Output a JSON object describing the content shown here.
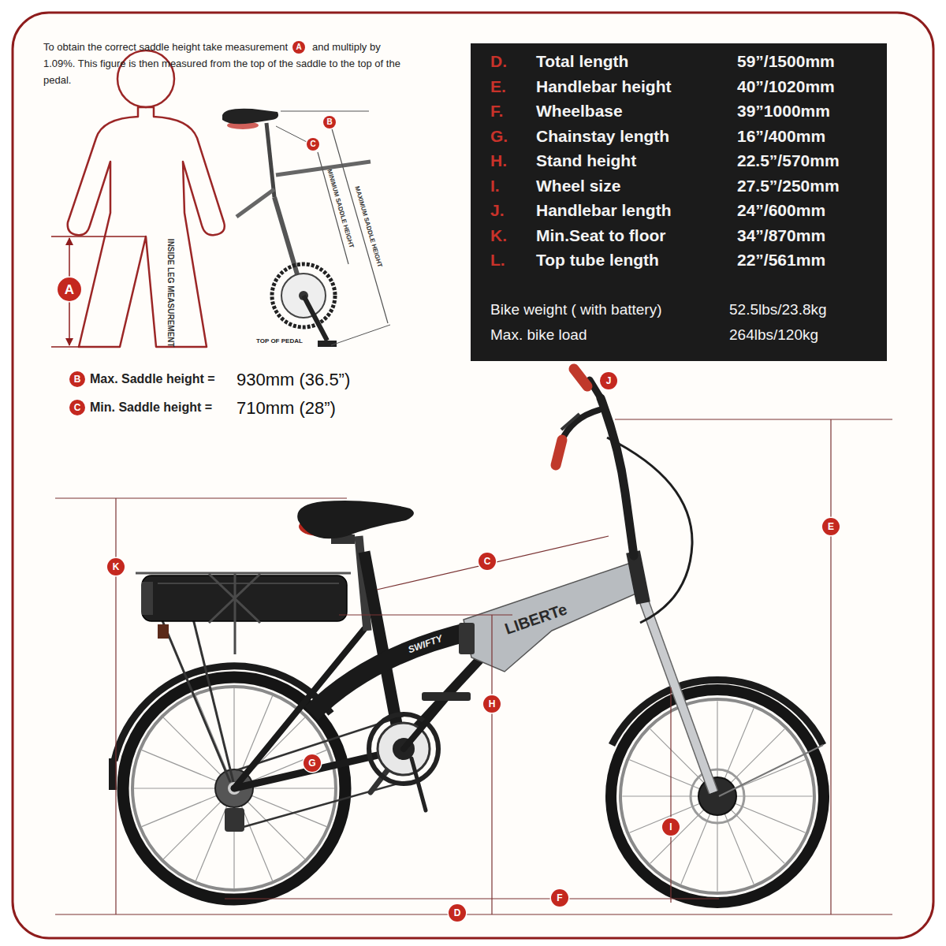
{
  "diagram": {
    "nodes": [
      {
        "text": [
          "A"
        ]
      },
      {
        "text": [
          "D.",
          "Total length",
          "59”/1500mm",
          "E.",
          "Handlebar height",
          "40”/1020mm",
          "F.",
          "Wheelbase",
          "39”1000mm",
          "G.",
          "Chainstay length",
          "16”/400mm",
          "H.",
          "Stand height",
          "22.5”/570mm",
          "I.",
          "Wheel size",
          "27.5”/250mm",
          "J.",
          "Handlebar length",
          "24”/600mm",
          "K.",
          "Min.Seat to floor",
          "34”/870mm",
          "L.",
          "Top tube length",
          "22”/561mm",
          "Bike weight ( with battery)",
          "52.5lbs/23.8kg",
          "Max. bike load",
          "264lbs/120kg"
        ]
      },
      {
        "text": [
          "B"
        ]
      },
      {
        "text": [
          "C"
        ]
      },
      {
        "text": [
          "A"
        ]
      },
      {
        "text": [
          "B"
        ]
      },
      {
        "text": [
          "C"
        ]
      },
      {
        "text": [
          "J"
        ]
      },
      {
        "text": [
          "E"
        ]
      },
      {
        "text": [
          "C"
        ]
      },
      {
        "text": [
          "K"
        ]
      },
      {
        "text": [
          "H"
        ]
      },
      {
        "text": [
          "G"
        ]
      },
      {
        "text": [
          "I"
        ]
      },
      {
        "text": [
          "F"
        ]
      },
      {
        "text": [
          "D"
        ]
      }
    ],
    "labels": [
      "To obtain the correct saddle height take measurement",
      "and multiply by 1.09%. This figure is then measured from the top of the saddle to the top of the pedal.",
      "INSIDE LEG MEASUREMENT",
      "MAXIMUM SADDLE HEIGHT",
      "MINIMUM SADDLE HEIGHT",
      "TOP OF PEDAL",
      "Max. Saddle height =",
      "930mm (36.5”)",
      "Min. Saddle height =",
      "710mm (28”)",
      "LIBERTe",
      "SWIFTY"
    ]
  }
}
